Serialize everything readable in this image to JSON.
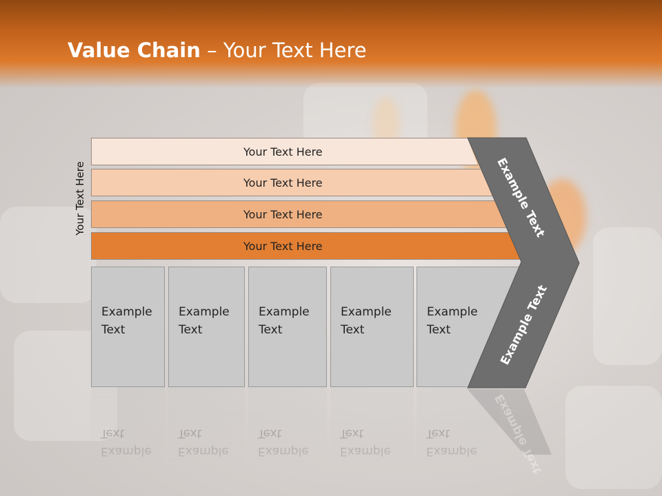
{
  "slide": {
    "title_bold": "Value Chain",
    "title_rest": " – Your Text Here",
    "side_label": "Your Text Here"
  },
  "support_bars": [
    {
      "label": "Your Text Here"
    },
    {
      "label": "Your Text Here"
    },
    {
      "label": "Your Text Here"
    },
    {
      "label": "Your Text Here"
    }
  ],
  "primary_columns": [
    {
      "line1": "Example",
      "line2": "Text"
    },
    {
      "line1": "Example",
      "line2": "Text"
    },
    {
      "line1": "Example",
      "line2": "Text"
    },
    {
      "line1": "Example",
      "line2": "Text"
    },
    {
      "line1": "Example",
      "line2": "Text"
    }
  ],
  "arrow": {
    "upper_label": "Example Text",
    "lower_label": "Example Text"
  },
  "colors": {
    "header": "#c2611c",
    "bar1": "#f9e6da",
    "bar2": "#f6cdaf",
    "bar3": "#efb182",
    "bar4": "#e37f32",
    "arrow": "#6e6e6e",
    "column": "#c9c9c9"
  }
}
